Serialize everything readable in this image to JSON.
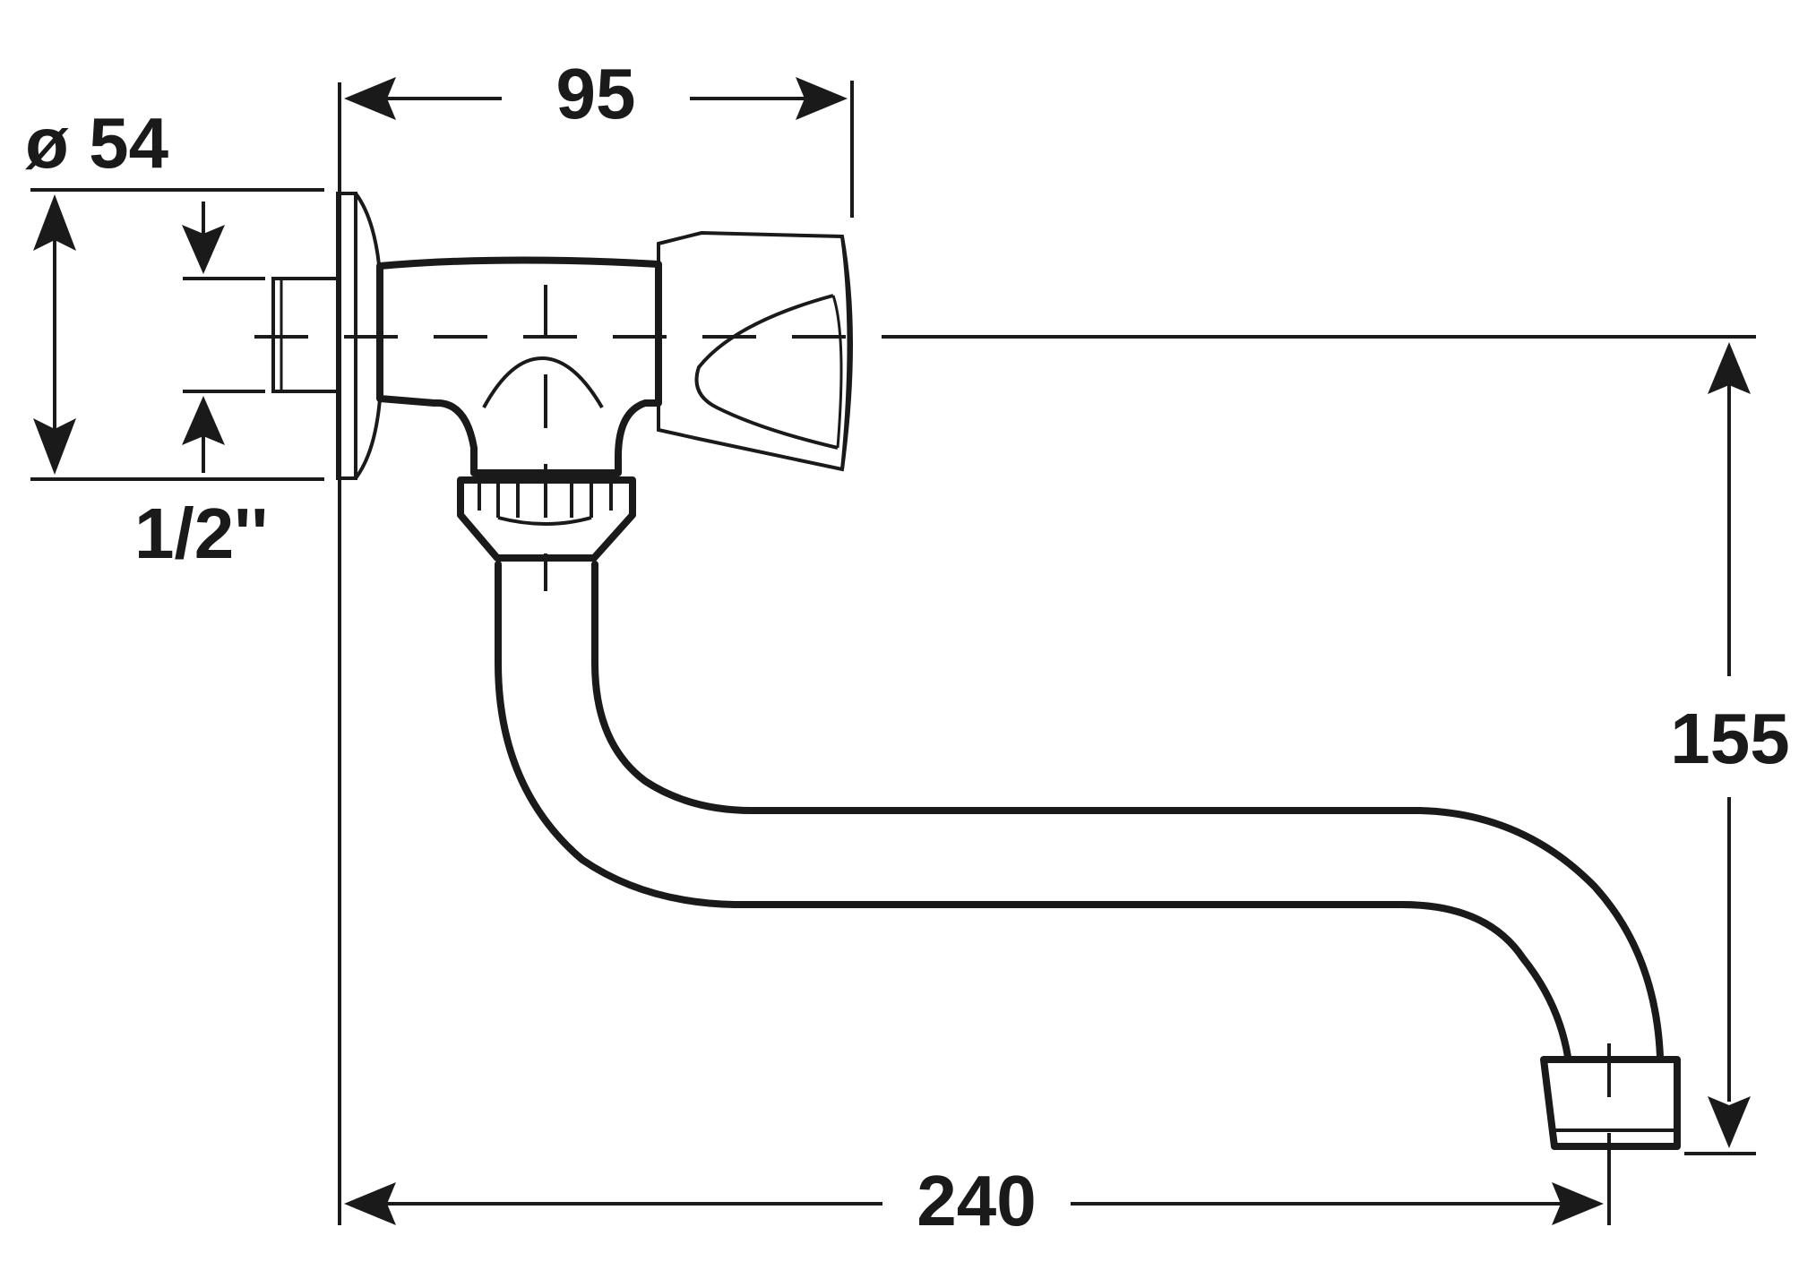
{
  "dimensions": {
    "width_95": "95",
    "diameter_54": "ø 54",
    "thread_half_inch": "1/2''",
    "height_155": "155",
    "length_240": "240"
  },
  "colors": {
    "line": "#1a1a1a",
    "background": "#ffffff"
  }
}
